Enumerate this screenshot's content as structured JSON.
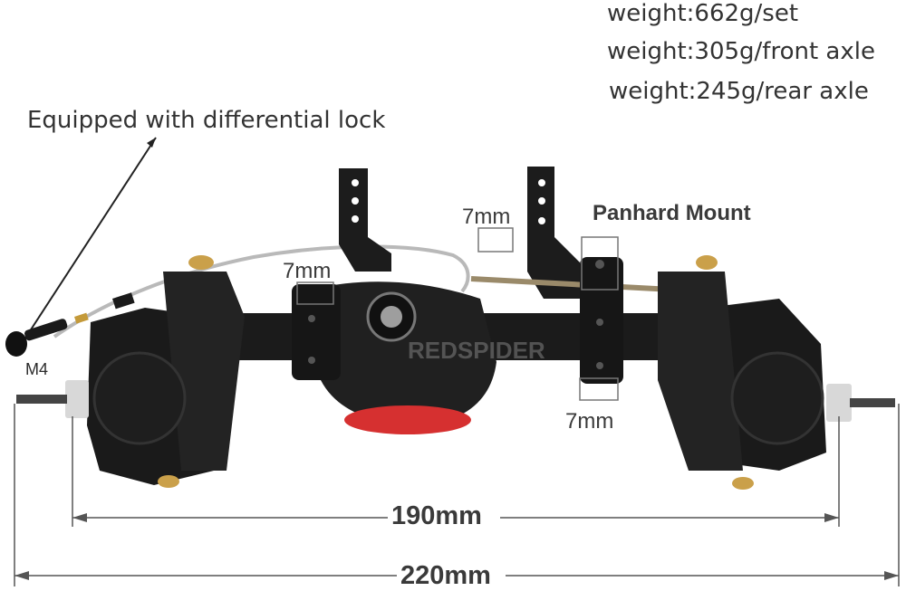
{
  "specs": {
    "weight_set": "weight:662g/set",
    "weight_front": "weight:305g/front axle",
    "weight_rear": "weight:245g/rear axle"
  },
  "callouts": {
    "diff_lock": "Equipped with differential lock",
    "panhard": "Panhard Mount",
    "mm7_top": "7mm",
    "mm7_left": "7mm",
    "mm7_bottom": "7mm",
    "m4": "M4"
  },
  "dimensions": {
    "inner": "190mm",
    "outer": "220mm"
  },
  "watermark": "REDSPIDER",
  "colors": {
    "axle_body": "#1b1b1b",
    "accent_red": "#d63030",
    "dim_line": "#555555",
    "text": "#333333"
  }
}
